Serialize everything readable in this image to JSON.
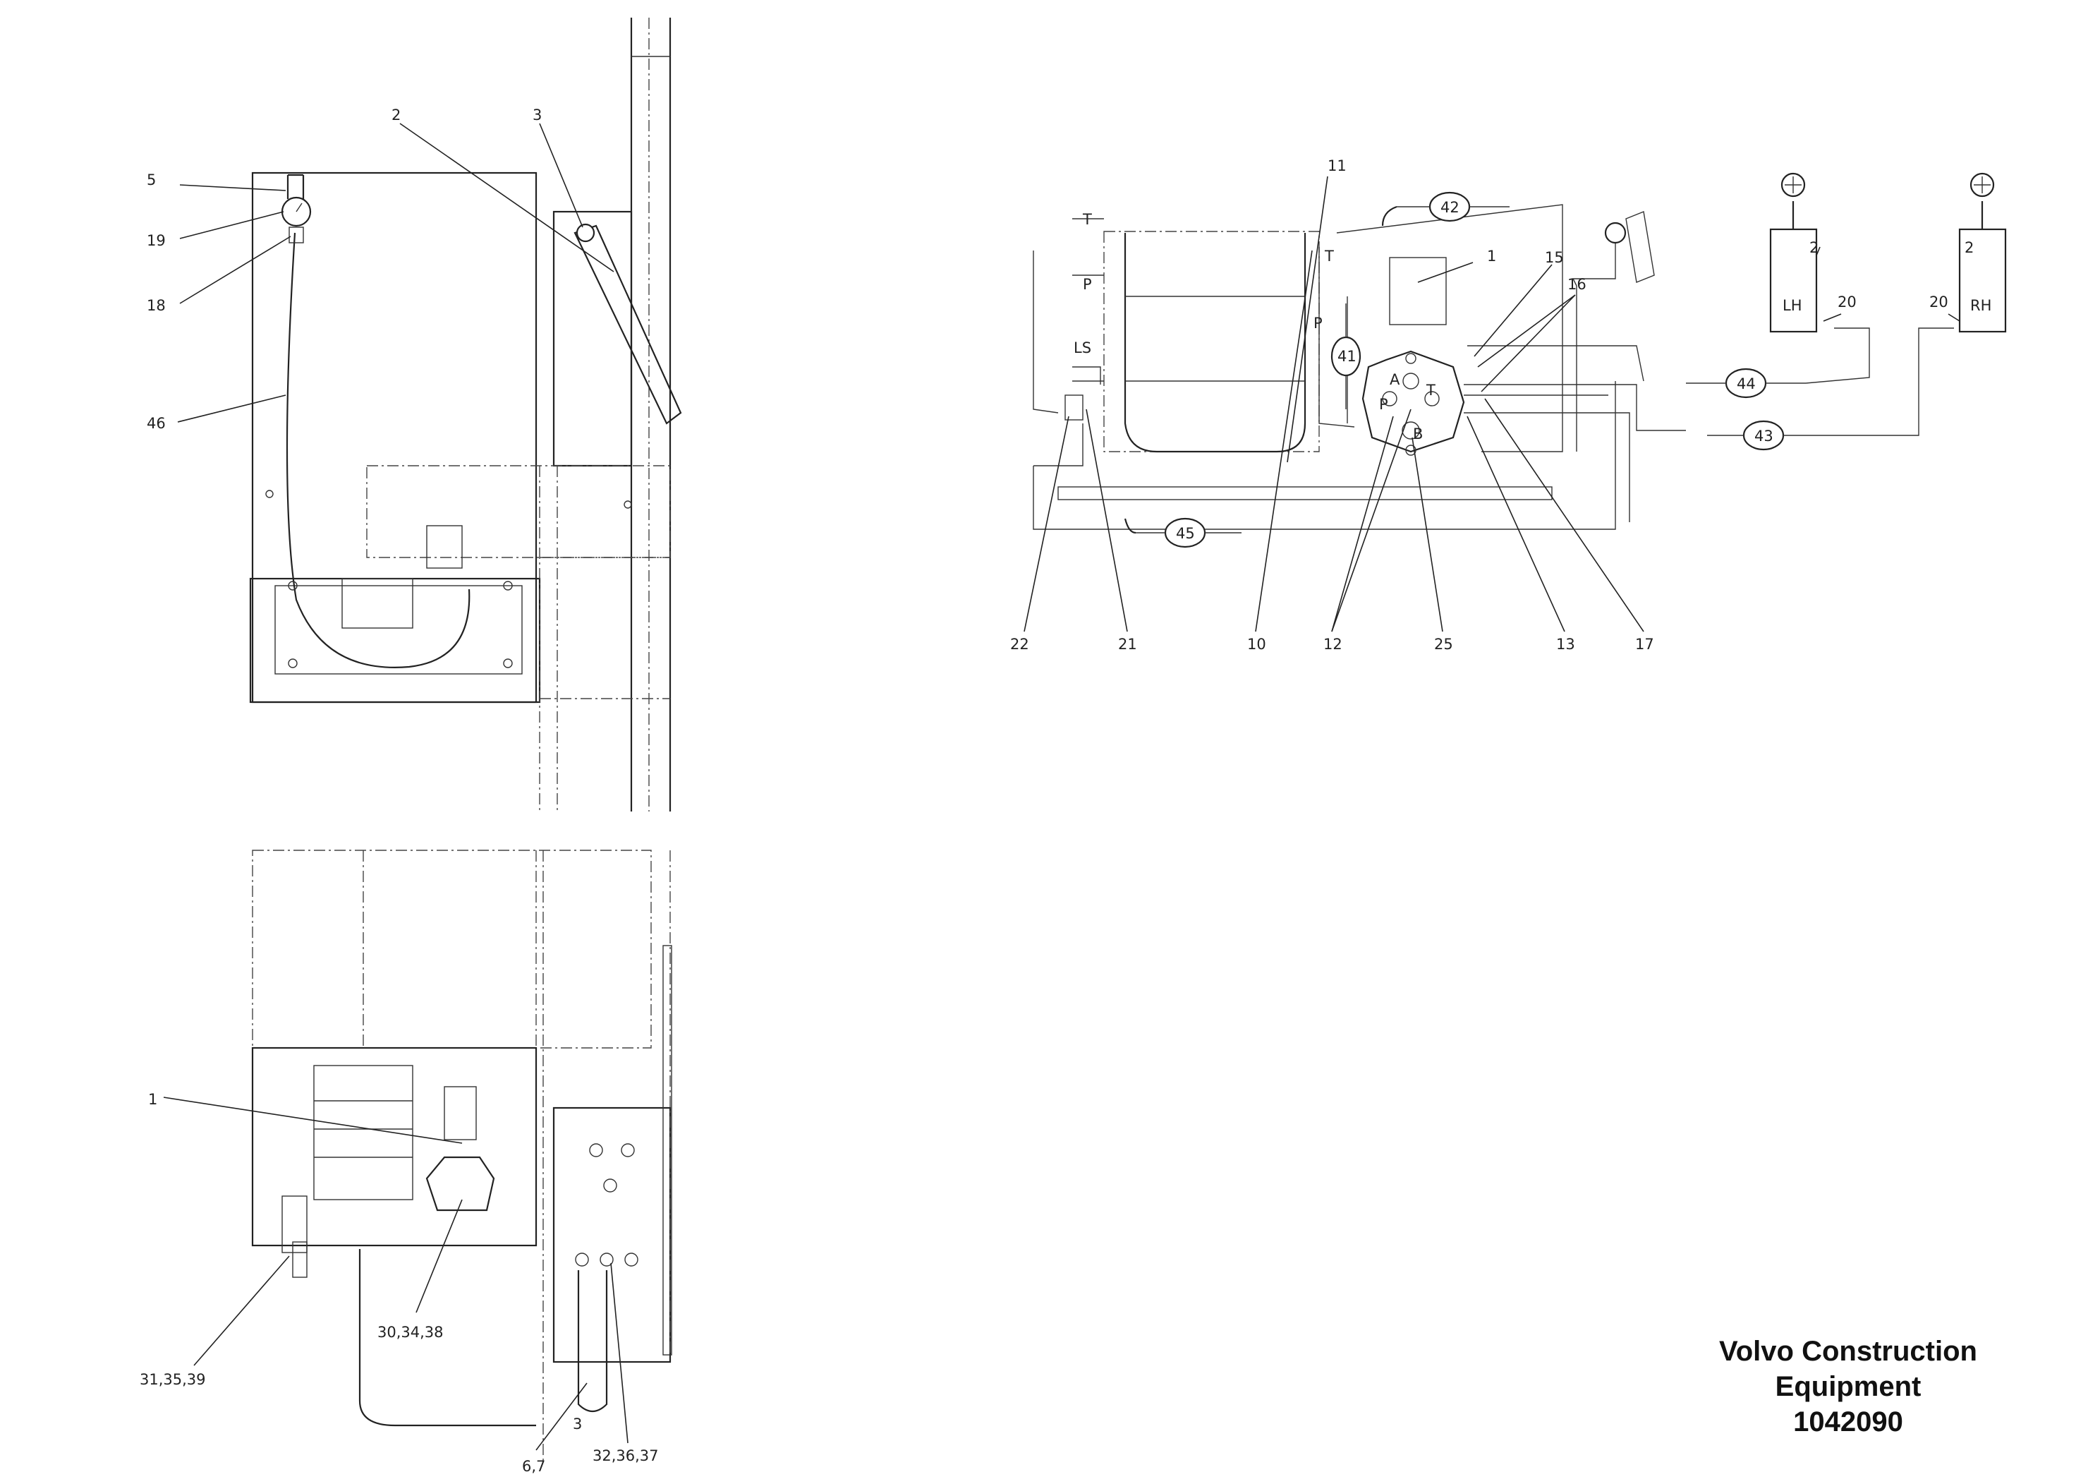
{
  "title_block": {
    "line1": "Volvo Construction",
    "line2": "Equipment",
    "drawing_number": "1042090"
  },
  "callouts": {
    "tl_5": "5",
    "tl_19": "19",
    "tl_18": "18",
    "tl_46": "46",
    "tl_2": "2",
    "tl_3": "3",
    "bl_1": "1",
    "bl_30_34_38": "30,34,38",
    "bl_31_35_39": "31,35,39",
    "bl_6_7": "6,7",
    "bl_3": "3",
    "bl_32_36_37": "32,36,37",
    "sc_11": "11",
    "sc_1": "1",
    "sc_15": "15",
    "sc_16": "16",
    "sc_2_lh": "2",
    "sc_2_rh": "2",
    "sc_20_lh": "20",
    "sc_20_rh": "20",
    "sc_22": "22",
    "sc_21": "21",
    "sc_10": "10",
    "sc_12": "12",
    "sc_25": "25",
    "sc_13": "13",
    "sc_17": "17"
  },
  "schematic_labels": {
    "port_t_top": "T",
    "port_p_top": "P",
    "port_ls": "LS",
    "valve_t": "T",
    "valve_p": "P",
    "pump_a": "A",
    "pump_p": "P",
    "pump_t": "T",
    "pump_b": "B",
    "cyl_lh": "LH",
    "cyl_rh": "RH"
  },
  "hoses": {
    "h41": "41",
    "h42": "42",
    "h43": "43",
    "h44": "44",
    "h45": "45"
  }
}
